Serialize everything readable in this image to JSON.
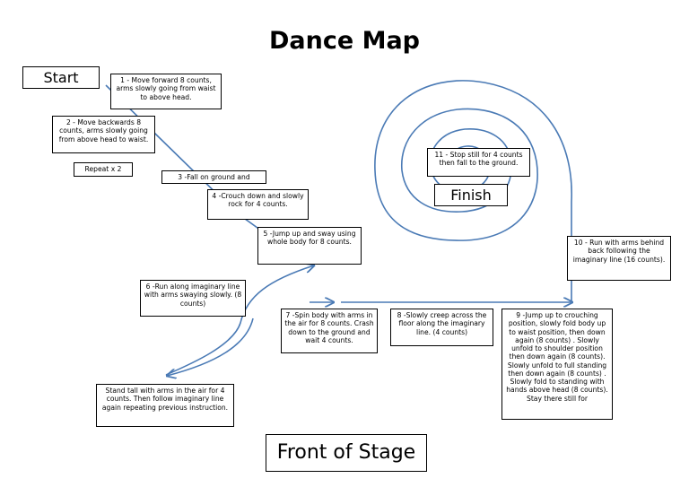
{
  "title": "Dance Map",
  "labels": {
    "start": "Start",
    "finish": "Finish",
    "front": "Front of Stage",
    "repeat": "Repeat x 2"
  },
  "steps": {
    "s1": "1 - Move forward 8 counts, arms slowly going from waist to above head.",
    "s2": "2 - Move backwards 8 counts, arms slowly going from above head to waist.",
    "s3": "3 -Fall on ground and",
    "s4": "4 -Crouch down and slowly rock for 4 counts.",
    "s5": "5 -Jump up and sway using whole body for 8 counts.",
    "s6": "6 -Run along imaginary line with arms swaying slowly. (8 counts)",
    "stand": "Stand tall with arms in the air for 4 counts. Then follow imaginary line again repeating previous instruction.",
    "s7": "7 -Spin body with arms in the air for 8 counts. Crash down to the ground and wait 4 counts.",
    "s8": "8 -Slowly creep across the floor along the imaginary line. (4 counts)",
    "s9": "9 -Jump up to crouching position, slowly fold body up to waist position, then down again (8 counts) . Slowly unfold to shoulder position then down again (8 counts). Slowly unfold to full standing then down again (8 counts) . Slowly fold to standing with hands above head (8 counts). Stay there still for",
    "s10": "10 - Run with arms behind back following the imaginary line (16 counts).",
    "s11": "11 - Stop still for 4 counts then fall to the ground."
  },
  "colors": {
    "path": "#4a7ab5",
    "box_border": "#000000"
  }
}
